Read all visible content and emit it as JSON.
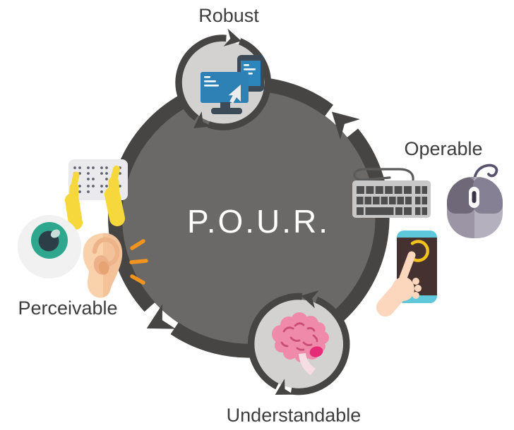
{
  "diagram": {
    "center_label": "P.O.U.R.",
    "nodes": [
      {
        "id": "robust",
        "label": "Robust",
        "icon": "desktop-and-smartphone-icon"
      },
      {
        "id": "operable",
        "label": "Operable",
        "icon": "keyboard-mouse-touchscreen-icons"
      },
      {
        "id": "perceivable",
        "label": "Perceivable",
        "icon": "eye-ear-braille-icons"
      },
      {
        "id": "understandable",
        "label": "Understandable",
        "icon": "brain-icon"
      }
    ],
    "icons": [
      "desktop-and-smartphone-icon",
      "keyboard-icon",
      "mouse-icon",
      "touchscreen-phone-icon",
      "pointing-hand-icon",
      "brain-icon",
      "braille-keyboard-icon",
      "eye-icon",
      "ear-icon",
      "sound-waves-icon"
    ],
    "colors": {
      "ring_dark": "#464544",
      "circle_fill": "#6b6968",
      "node_fill": "#d3d2d1",
      "label_text": "#3e3d3d",
      "center_text": "#ffffff",
      "monitor_blue": "#2d81b4",
      "slate_dark": "#3d4a57",
      "brain_pink": "#ef8aab",
      "brain_accent": "#e42d76",
      "keyboard_gray": "#c9c8c8",
      "key_dark": "#4f4e4e",
      "mouse_purple": "#6f6879",
      "phone_cyan": "#5ec7da",
      "phone_screen": "#443130",
      "touch_yellow": "#f2c21c",
      "hand_skin": "#fcd7bd",
      "braille_yellow": "#f7d83c",
      "eye_teal": "#2fa78f",
      "ear_skin": "#f3c298",
      "sound_orange": "#f0941d"
    }
  }
}
